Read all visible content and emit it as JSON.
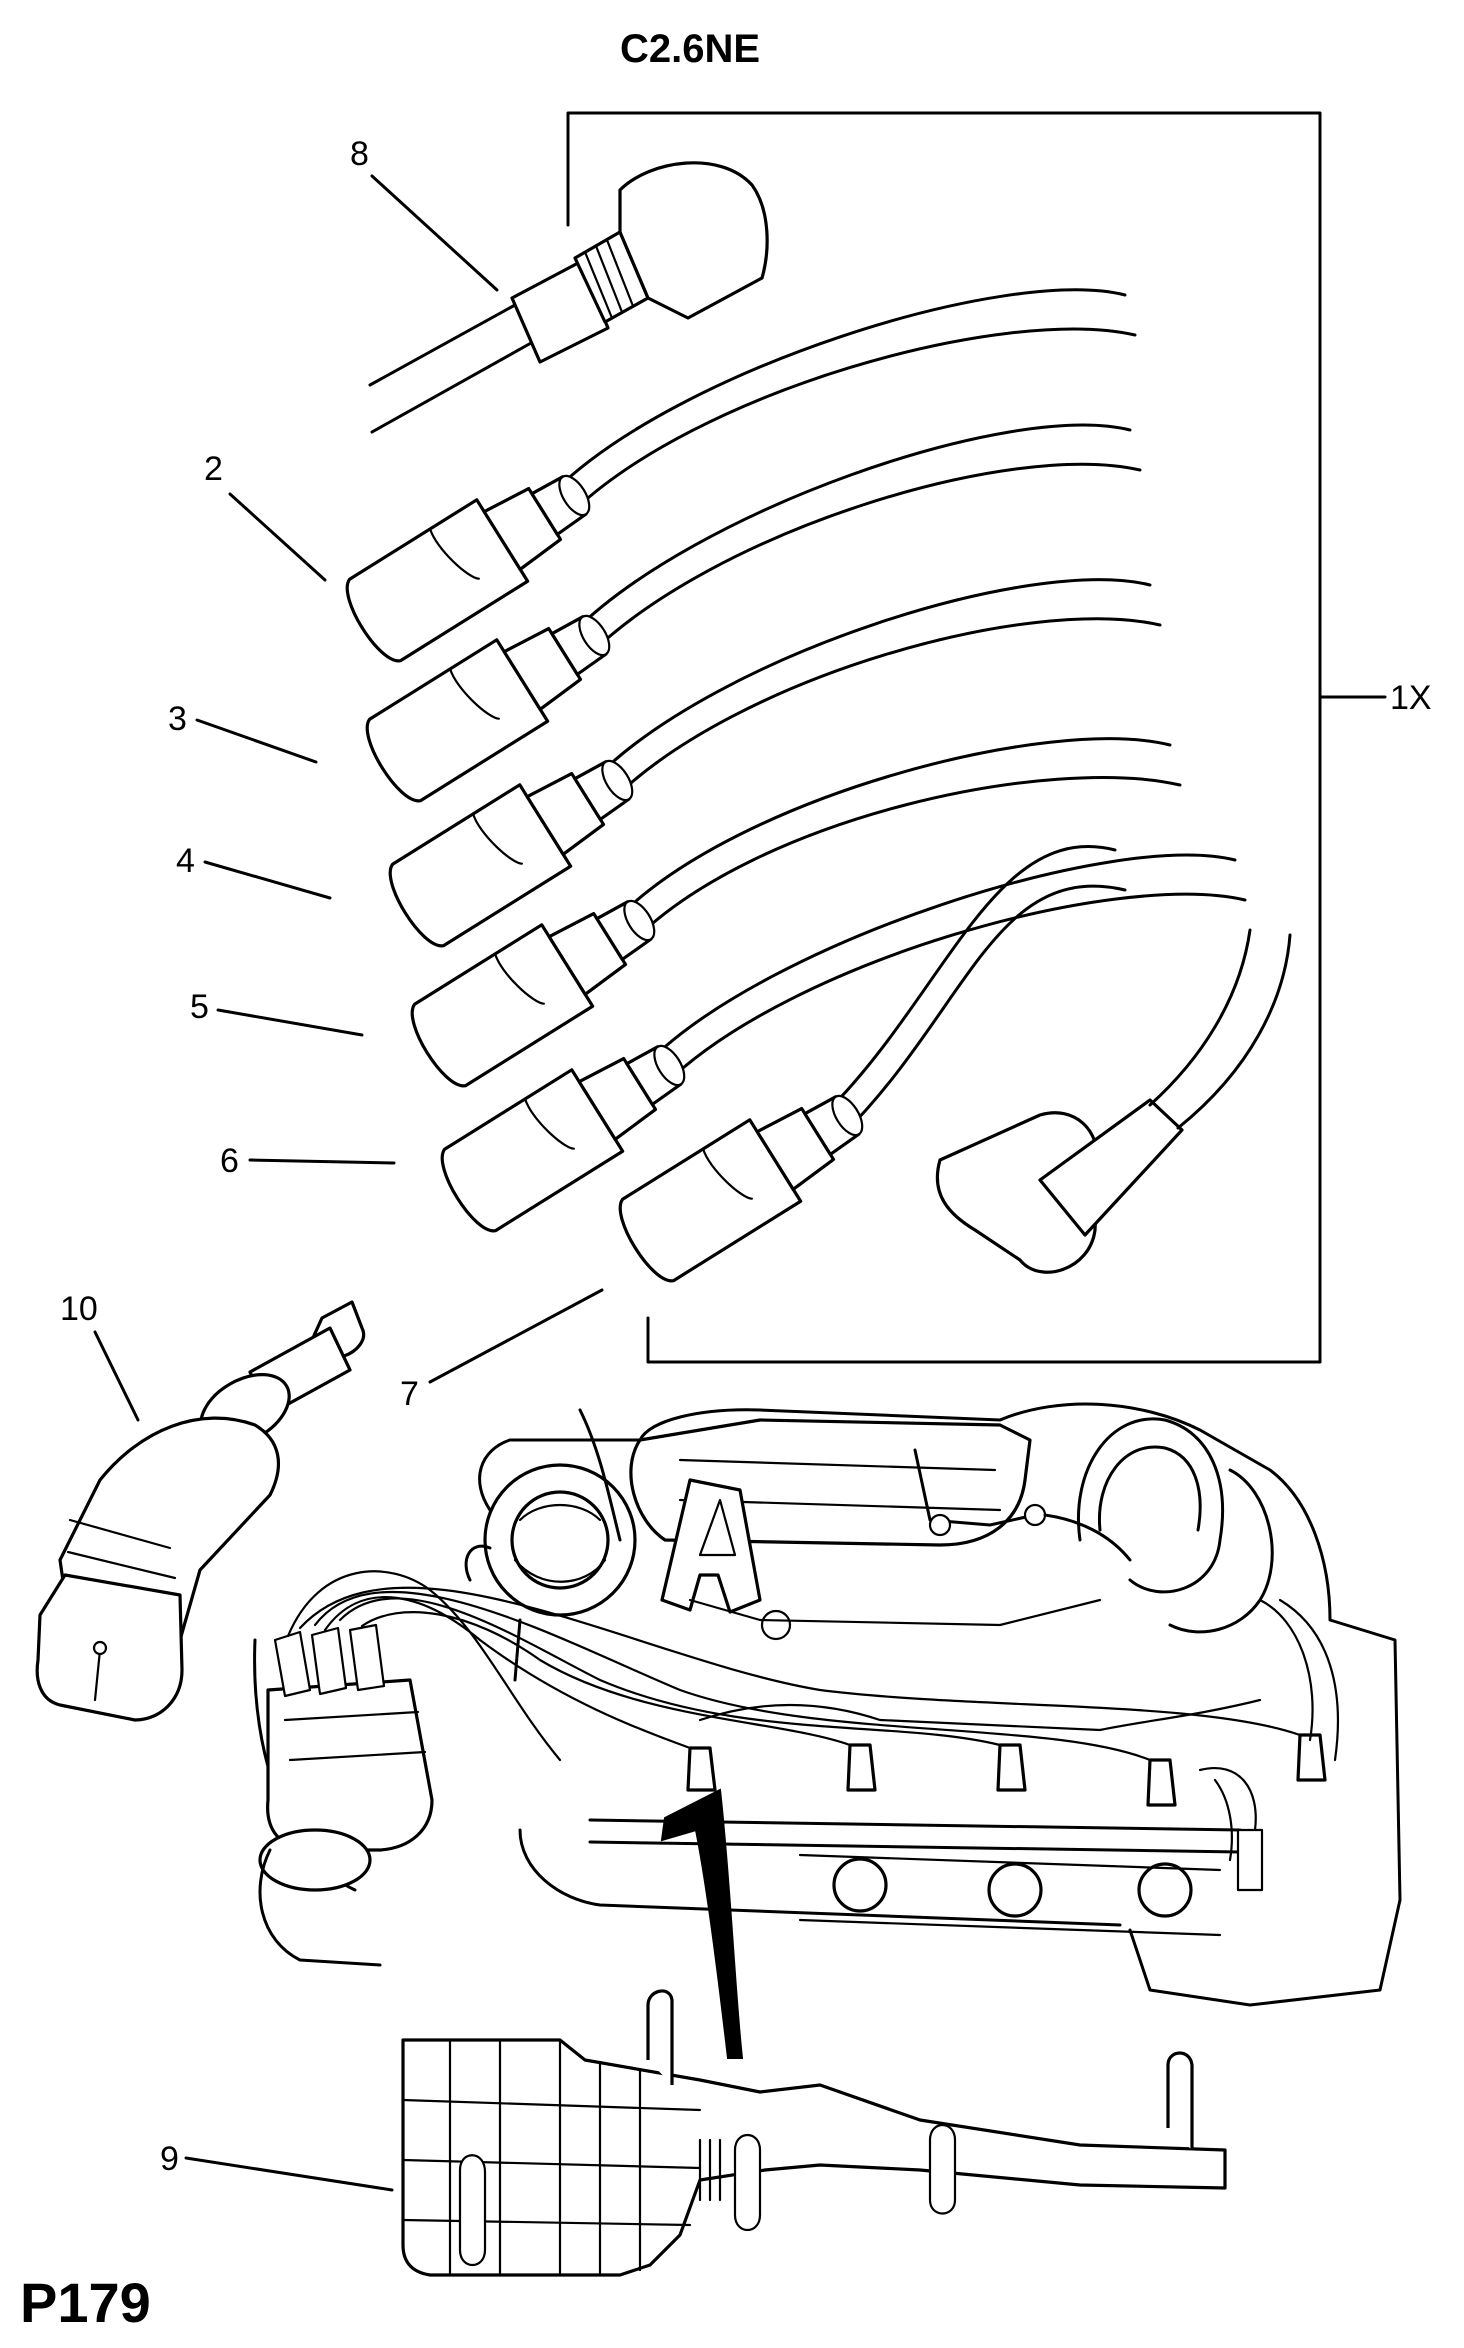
{
  "title": "C2.6NE",
  "page_ref": "P179",
  "group_label": "1X",
  "callouts": {
    "c2": "2",
    "c3": "3",
    "c4": "4",
    "c5": "5",
    "c6": "6",
    "c7": "7",
    "c8": "8",
    "c9": "9",
    "c10": "10"
  }
}
